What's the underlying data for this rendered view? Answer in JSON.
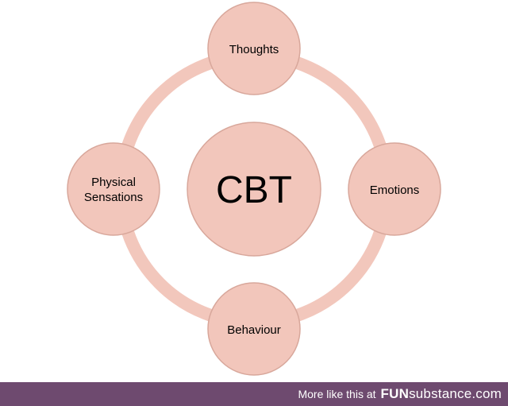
{
  "diagram": {
    "center_label": "CBT",
    "nodes": [
      {
        "id": "thoughts",
        "lines": [
          "Thoughts"
        ]
      },
      {
        "id": "emotions",
        "lines": [
          "Emotions"
        ]
      },
      {
        "id": "behaviour",
        "lines": [
          "Behaviour"
        ]
      },
      {
        "id": "physical-sensations",
        "lines": [
          "Physical",
          "Sensations"
        ]
      }
    ],
    "colors": {
      "ring": "#f2c7bc",
      "node_fill": "#f2c6bb",
      "node_stroke": "#d8a79b",
      "text": "#000000"
    }
  },
  "footer": {
    "text": "More like this at",
    "brand_part1": "FUN",
    "brand_part2": "substance",
    "brand_part3": ".com",
    "background": "#6e4a6f"
  }
}
